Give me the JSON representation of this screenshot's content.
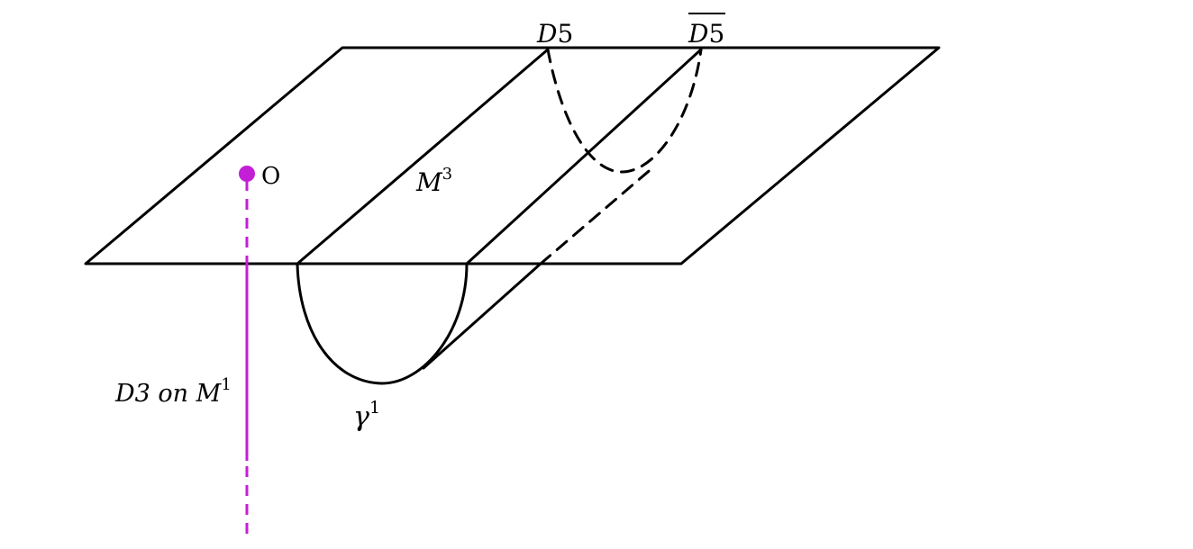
{
  "labels": {
    "d5": {
      "base": "D",
      "num": "5"
    },
    "d5_bar": {
      "base": "D",
      "num": "5"
    },
    "point_o": "O",
    "m3": {
      "base": "M",
      "sup": "3"
    },
    "d3": {
      "base": "D3",
      "word": "on",
      "m": "M",
      "sup": "1"
    },
    "gamma": {
      "base": "γ",
      "sup": "1"
    }
  },
  "colors": {
    "line": "#000000",
    "probe": "#c21fd6"
  }
}
